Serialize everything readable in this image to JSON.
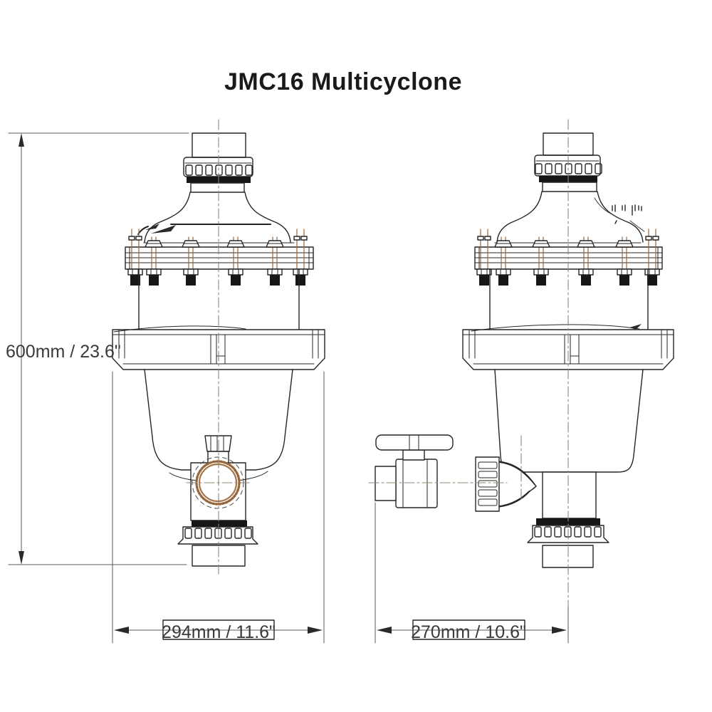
{
  "title": "JMC16 Multicyclone",
  "dimensions": {
    "height": "600mm / 23.6\"",
    "front_width": "294mm / 11.6\"",
    "side_width": "270mm / 10.6\""
  },
  "colors": {
    "line": "#252525",
    "dimension_text": "#3a3a3a",
    "thread_brown": "#96663c",
    "centerline": "#8f8672",
    "background": "#ffffff"
  }
}
